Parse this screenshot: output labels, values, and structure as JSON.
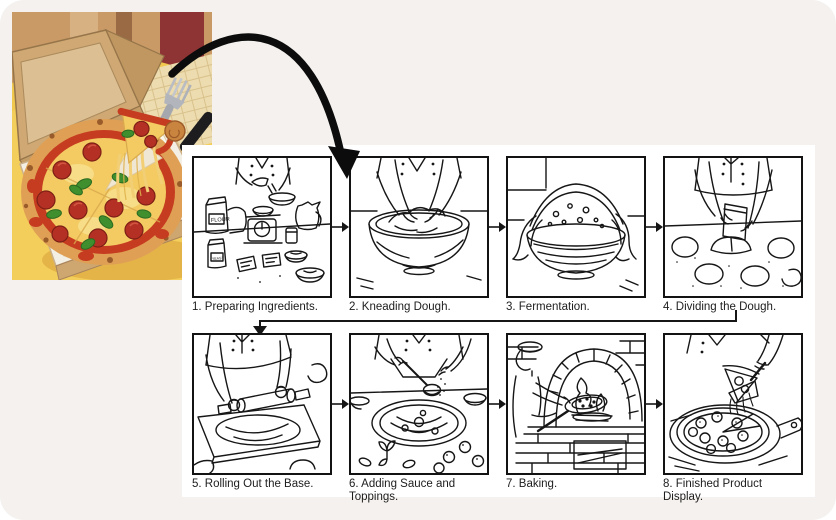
{
  "theme": {
    "page_bg": "#ffffff",
    "card_bg": "#f4f1ee",
    "storyboard_bg": "#ffffff",
    "ink": "#161616",
    "caption_color": "#1d1d1d",
    "arrow_color": "#0c0c0c"
  },
  "photo_colors": {
    "table_yellow": "#f1c84e",
    "box_kraft": "#cfa873",
    "pizza_crust": "#dfa055",
    "sauce_red": "#c63c20",
    "cheese_yellow": "#f3cb62",
    "pepperoni_red": "#b53024",
    "basil_green": "#3f8f2e"
  },
  "storyboard": {
    "panels": [
      {
        "caption": "1. Preparing Ingredients.",
        "flour_bag_label": "FLOUR",
        "yeast_bag_label": "YEAST"
      },
      {
        "caption": "2. Kneading Dough."
      },
      {
        "caption": "3. Fermentation."
      },
      {
        "caption": "4. Dividing the Dough."
      },
      {
        "caption": "5. Rolling Out the Base."
      },
      {
        "caption": "6. Adding Sauce and Toppings."
      },
      {
        "caption": "7. Baking."
      },
      {
        "caption": "8. Finished Product Display."
      }
    ]
  }
}
